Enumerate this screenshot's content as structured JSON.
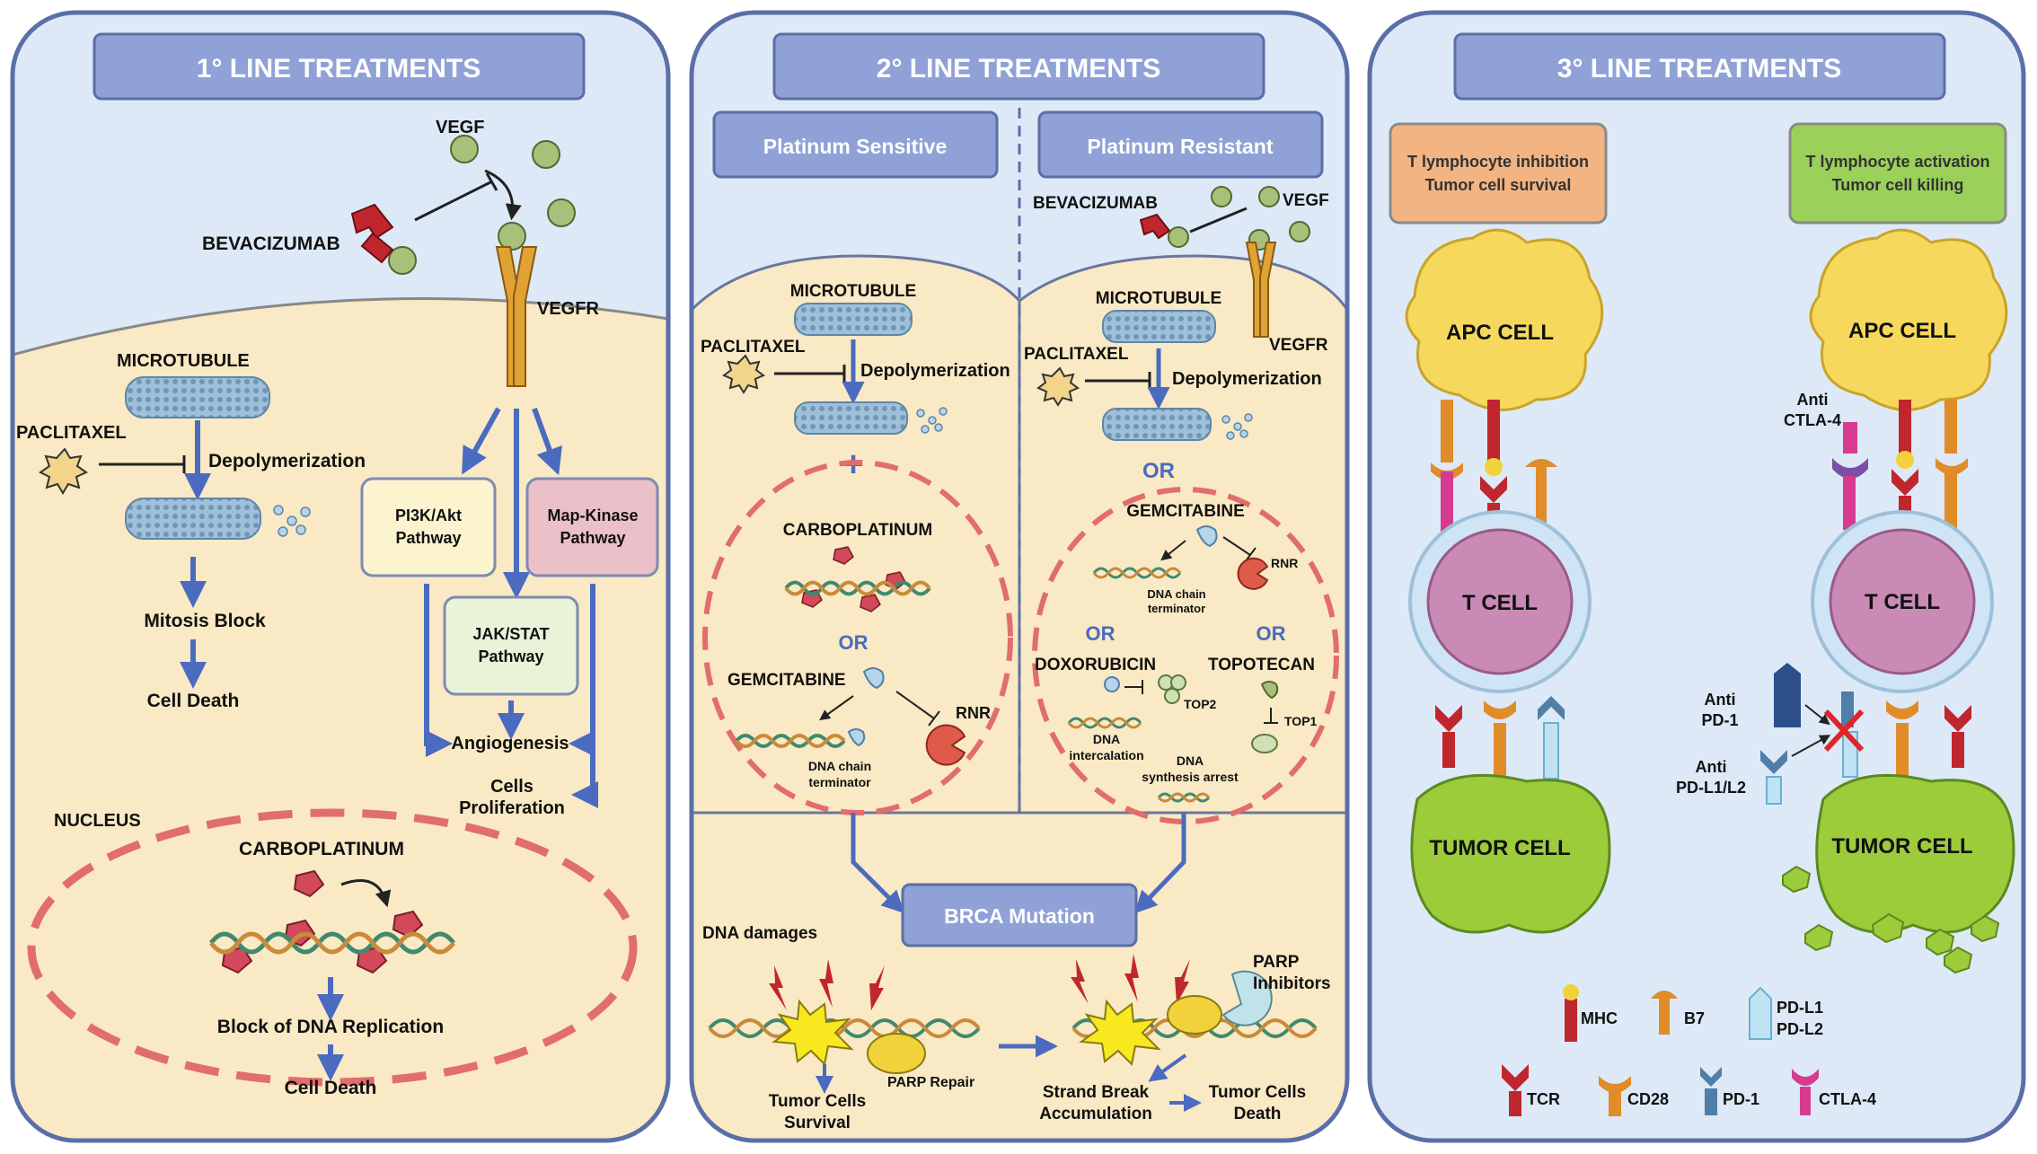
{
  "panel1": {
    "title": "1° LINE TREATMENTS",
    "vegf": "VEGF",
    "vegfr": "VEGFR",
    "bevacizumab": "BEVACIZUMAB",
    "microtubule": "MICROTUBULE",
    "paclitaxel": "PACLITAXEL",
    "depolymerization": "Depolymerization",
    "mitosis_block": "Mitosis Block",
    "cell_death_1": "Cell Death",
    "pi3k_1": "PI3K/Akt",
    "pi3k_2": "Pathway",
    "mapk_1": "Map-Kinase",
    "mapk_2": "Pathway",
    "jak_1": "JAK/STAT",
    "jak_2": "Pathway",
    "angiogenesis": "Angiogenesis",
    "cells_1": "Cells",
    "cells_2": "Proliferation",
    "nucleus": "NUCLEUS",
    "carboplatinum": "CARBOPLATINUM",
    "block_dna": "Block of DNA Replication",
    "cell_death_2": "Cell Death"
  },
  "panel2": {
    "title": "2° LINE TREATMENTS",
    "sensitive": "Platinum Sensitive",
    "resistant": "Platinum Resistant",
    "microtubule": "MICROTUBULE",
    "paclitaxel": "PACLITAXEL",
    "depolymerization": "Depolymerization",
    "carboplatinum": "CARBOPLATINUM",
    "or": "OR",
    "gemcitabine": "GEMCITABINE",
    "rnr": "RNR",
    "dna_chain_1": "DNA chain",
    "dna_chain_2": "terminator",
    "bevacizumab": "BEVACIZUMAB",
    "vegf": "VEGF",
    "vegfr": "VEGFR",
    "doxorubicin": "DOXORUBICIN",
    "topotecan": "TOPOTECAN",
    "top2": "TOP2",
    "top1": "TOP1",
    "dna_intercalation_1": "DNA",
    "dna_intercalation_2": "intercalation",
    "dna_synthesis_1": "DNA",
    "dna_synthesis_2": "synthesis arrest",
    "brca": "BRCA Mutation",
    "dna_damages": "DNA damages",
    "parp_repair": "PARP Repair",
    "tumor_survival_1": "Tumor Cells",
    "tumor_survival_2": "Survival",
    "parp_inhibitors_1": "PARP",
    "parp_inhibitors_2": "Inhibitors",
    "strand_break_1": "Strand Break",
    "strand_break_2": "Accumulation",
    "tumor_death_1": "Tumor Cells",
    "tumor_death_2": "Death"
  },
  "panel3": {
    "title": "3° LINE TREATMENTS",
    "inhibition_1": "T lymphocyte inhibition",
    "inhibition_2": "Tumor cell survival",
    "activation_1": "T lymphocyte activation",
    "activation_2": "Tumor cell killing",
    "apc": "APC CELL",
    "tcell": "T CELL",
    "tumor": "TUMOR CELL",
    "anti_ctla4_1": "Anti",
    "anti_ctla4_2": "CTLA-4",
    "anti_pd1_1": "Anti",
    "anti_pd1_2": "PD-1",
    "anti_pdl_1": "Anti",
    "anti_pdl_2": "PD-L1/L2",
    "legend_mhc": "MHC",
    "legend_b7": "B7",
    "legend_pdl1": "PD-L1",
    "legend_pdl2": "PD-L2",
    "legend_tcr": "TCR",
    "legend_cd28": "CD28",
    "legend_pd1": "PD-1",
    "legend_ctla4": "CTLA-4"
  },
  "colors": {
    "panel_border": "#5a6fa8",
    "header_fill": "#8fa1d6",
    "sky": "#dde9f7",
    "cytoplasm": "#f9e9c4",
    "arrow_blue": "#4a6bc0",
    "dashed_red": "#e26d6d",
    "orange_box": "#f2b483",
    "green_box": "#9bd05a"
  }
}
